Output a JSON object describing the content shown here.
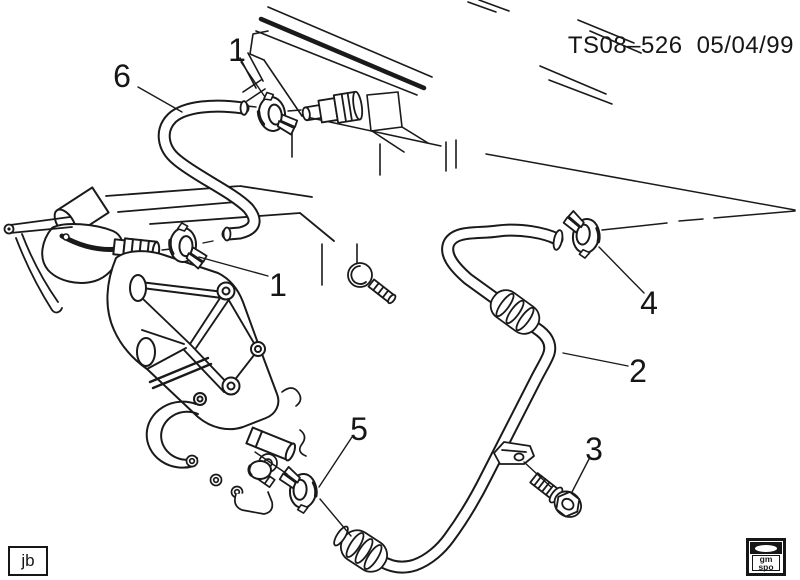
{
  "header": {
    "code": "TS08–526",
    "date": "05/04/99"
  },
  "callouts": [
    {
      "id": "callout-1-upper",
      "num": "1"
    },
    {
      "id": "callout-1-lower",
      "num": "1"
    },
    {
      "id": "callout-2",
      "num": "2"
    },
    {
      "id": "callout-3",
      "num": "3"
    },
    {
      "id": "callout-4",
      "num": "4"
    },
    {
      "id": "callout-5",
      "num": "5"
    },
    {
      "id": "callout-6",
      "num": "6"
    }
  ],
  "footer": {
    "initials": "jb",
    "logo_line1": "gm",
    "logo_line2": "spo"
  },
  "colors": {
    "ink": "#1a1a1a",
    "background": "#ffffff"
  }
}
